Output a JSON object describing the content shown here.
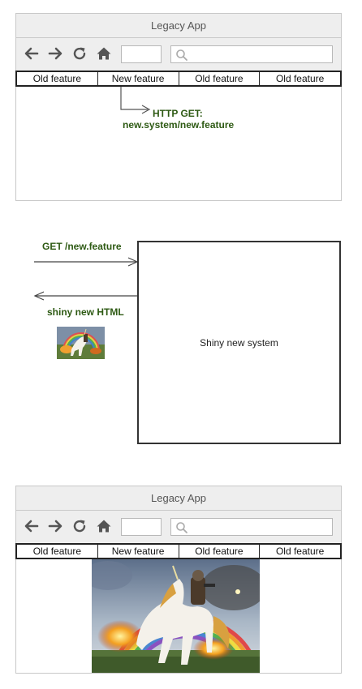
{
  "top_browser": {
    "title": "Legacy App",
    "tabs": [
      "Old feature",
      "New feature",
      "Old feature",
      "Old feature"
    ],
    "request_annotation": {
      "line1": "HTTP GET:",
      "line2": "new.system/new.feature"
    }
  },
  "middle": {
    "request_label": "GET /new.feature",
    "response_label": "shiny new HTML",
    "system_label": "Shiny new system"
  },
  "bottom_browser": {
    "title": "Legacy App",
    "tabs": [
      "Old feature",
      "New feature",
      "Old feature",
      "Old feature"
    ]
  },
  "icons": [
    "back-arrow-icon",
    "forward-arrow-icon",
    "reload-icon",
    "home-icon",
    "search-icon"
  ],
  "colors": {
    "annotation_text": "#2e5a14",
    "chrome_bg": "#eeeeee",
    "chrome_border": "#c8c8c8"
  }
}
